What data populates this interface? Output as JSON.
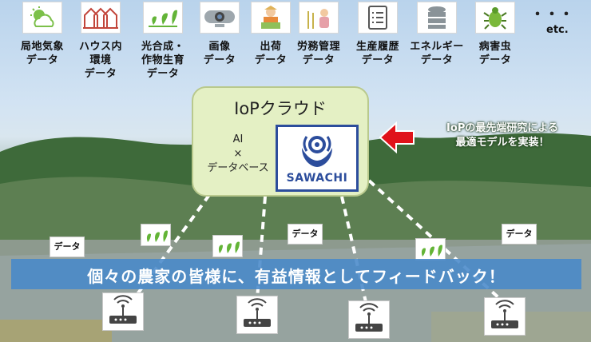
{
  "categories": [
    {
      "label": "局地気象\nデータ",
      "icon": "weather-icon"
    },
    {
      "label": "ハウス内\n環境\nデータ",
      "icon": "greenhouse-icon"
    },
    {
      "label": "光合成・\n作物生育\nデータ",
      "icon": "crop-growth-icon"
    },
    {
      "label": "画像\nデータ",
      "icon": "camera-icon"
    },
    {
      "label": "出荷\nデータ",
      "icon": "shipping-farmer-icon"
    },
    {
      "label": "労務管理\nデータ",
      "icon": "labor-icon"
    },
    {
      "label": "生産履歴\nデータ",
      "icon": "checklist-icon"
    },
    {
      "label": "エネルギー\nデータ",
      "icon": "database-icon"
    },
    {
      "label": "病害虫\nデータ",
      "icon": "pest-icon"
    }
  ],
  "ellipsis": "・・・",
  "etc": "etc.",
  "cloud": {
    "title": "IoPクラウド",
    "ai_line1": "AI",
    "ai_line2": "×",
    "ai_line3": "データベース",
    "logo_text": "SAWACHI"
  },
  "research_note": "IoPの最先端研究による\n最適モデルを実装！",
  "data_tag": "データ",
  "banner": "個々の農家の皆様に、有益情報としてフィードバック！",
  "colors": {
    "cloud_fill": "#e4f0c4",
    "logo_blue": "#2c4d9c",
    "banner_blue": "#4889c9",
    "arrow_red": "#e0121a",
    "sprout_green": "#63b437"
  }
}
